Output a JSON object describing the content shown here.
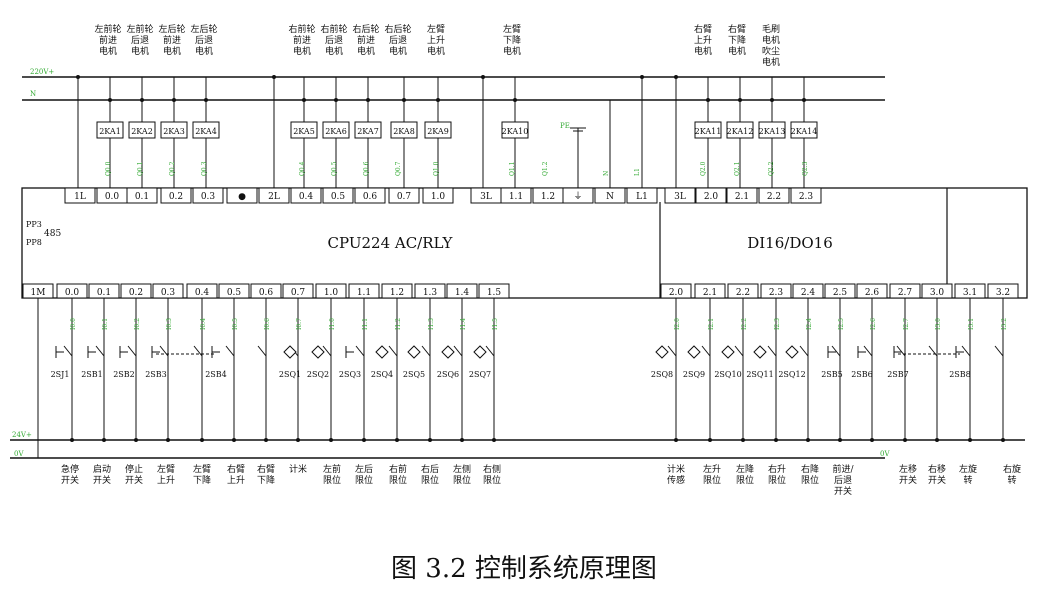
{
  "caption": "图 3.2 控制系统原理图",
  "rails": {
    "top_l1": "220V+",
    "top_n": "N",
    "bottom_l": "24V+",
    "bottom_n": "0V",
    "right_0v": "0V"
  },
  "plc": {
    "model": "CPU224 AC/RLY",
    "expansion": "DI16/DO16",
    "port_1": "PP3",
    "port_2": "PP8",
    "port_label": "485"
  },
  "motor_labels": [
    "左前轮\n前进\n电机",
    "左前轮\n后退\n电机",
    "左后轮\n前进\n电机",
    "左后轮\n后退\n电机",
    "右前轮\n前进\n电机",
    "右前轮\n后退\n电机",
    "右后轮\n前进\n电机",
    "右后轮\n后退\n电机",
    "左臂\n上升\n电机",
    "左臂\n下降\n电机",
    "右臂\n上升\n电机",
    "右臂\n下降\n电机",
    "毛刷\n电机\n吹尘\n电机"
  ],
  "relays": [
    "2KA1",
    "2KA2",
    "2KA3",
    "2KA4",
    "2KA5",
    "2KA6",
    "2KA7",
    "2KA8",
    "2KA9",
    "2KA10",
    "2KA11",
    "2KA12",
    "2KA13",
    "2KA14"
  ],
  "relay_wire_labels": [
    "Q0.0",
    "Q0.1",
    "Q0.2",
    "Q0.3",
    "Q0.4",
    "Q0.5",
    "Q0.6",
    "Q0.7",
    "Q1.0",
    "Q1.1",
    "Q1.2",
    "N",
    "L1",
    "Q2.0",
    "Q2.1",
    "Q2.2",
    "Q2.3"
  ],
  "ground_label": "PE",
  "output_terminals": [
    "1L",
    "0.0",
    "0.1",
    "0.2",
    "0.3",
    "●",
    "2L",
    "0.4",
    "0.5",
    "0.6",
    "0.7",
    "1.0",
    "3L",
    "1.1",
    "1.2",
    "⏚",
    "N",
    "L1",
    "3L",
    "2.0",
    "2.1",
    "2.2",
    "2.3"
  ],
  "input_terminals": [
    "1M",
    "0.0",
    "0.1",
    "0.2",
    "0.3",
    "0.4",
    "0.5",
    "0.6",
    "0.7",
    "1.0",
    "1.1",
    "1.2",
    "1.3",
    "1.4",
    "1.5",
    "2.0",
    "2.1",
    "2.2",
    "2.3",
    "2.4",
    "2.5",
    "2.6",
    "2.7",
    "3.0",
    "3.1",
    "3.2"
  ],
  "input_wire_labels": [
    "I0.0",
    "I0.1",
    "I0.2",
    "I0.3",
    "I0.4",
    "I0.5",
    "I0.6",
    "I0.7",
    "I1.0",
    "I1.1",
    "I1.2",
    "I1.3",
    "I1.4",
    "I1.5",
    "I2.0",
    "I2.1",
    "I2.2",
    "I2.3",
    "I2.4",
    "I2.5",
    "I2.6",
    "I2.7",
    "I3.0",
    "I3.1",
    "I3.2"
  ],
  "device_labels": [
    "2SJ1",
    "2SB1",
    "2SB2",
    "2SB3",
    "2SB4",
    "2SQ1",
    "2SQ2",
    "2SQ3",
    "2SQ4",
    "2SQ5",
    "2SQ6",
    "2SQ7",
    "2SQ8",
    "2SQ9",
    "2SQ10",
    "2SQ11",
    "2SQ12",
    "2SB5",
    "2SB6",
    "2SB7",
    "2SB8"
  ],
  "bottom_labels": [
    "急停\n开关",
    "启动\n开关",
    "停止\n开关",
    "左臂\n上升",
    "左臂\n下降",
    "右臂\n上升",
    "右臂\n下降",
    "计米",
    "左前\n限位",
    "左后\n限位",
    "右前\n限位",
    "右后\n限位",
    "左侧\n限位",
    "右侧\n限位",
    "计米\n传感",
    "左升\n限位",
    "左降\n限位",
    "右升\n限位",
    "右降\n限位",
    "前进/\n后退\n开关",
    "左移\n开关",
    "右移\n开关",
    "左旋\n转",
    "右旋\n转"
  ]
}
